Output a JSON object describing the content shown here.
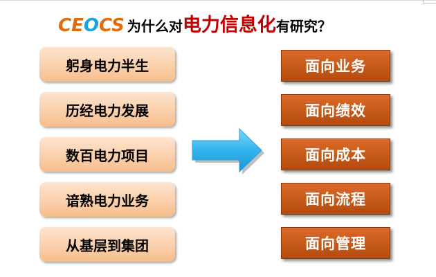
{
  "title": {
    "brand_part1": "CE",
    "brand_o": "O",
    "brand_part2": "CS",
    "text_before": "为什么对",
    "highlight": "电力信息化",
    "text_after": "有研究？"
  },
  "left_items": [
    "躬身电力半生",
    "历经电力发展",
    "数百电力项目",
    "谙熟电力业务",
    "从基层到集团"
  ],
  "right_items": [
    "面向业务",
    "面向绩效",
    "面向成本",
    "面向流程",
    "面向管理"
  ],
  "colors": {
    "brand_orange": "#e36c0a",
    "brand_blue": "#17a2e0",
    "highlight_red": "#c00000",
    "left_box_fill": "#fbd0ab",
    "right_box_fill": "#c85a1a",
    "arrow_fill": "#33b5ee"
  },
  "icons": {
    "center_arrow": "right-arrow-icon"
  }
}
